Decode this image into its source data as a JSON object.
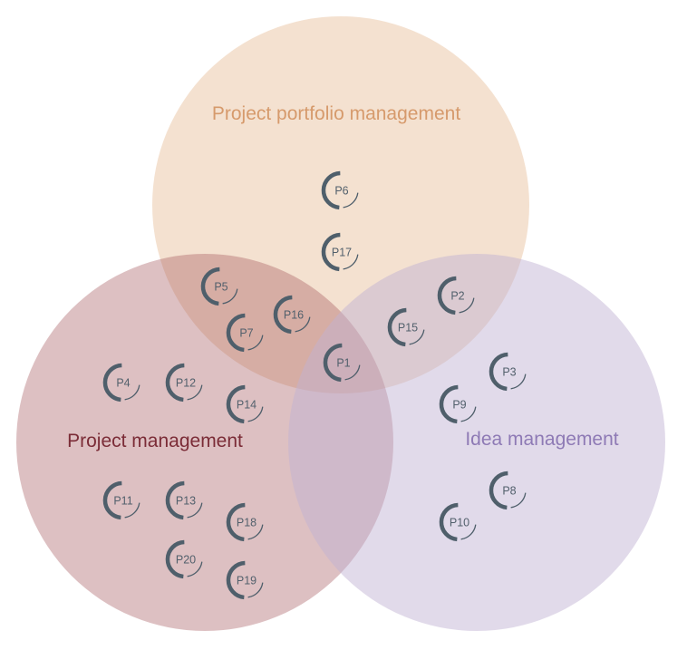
{
  "colors": {
    "portfolio_fill": "#e9c19c",
    "project_fill": "#a14f57",
    "idea_fill": "#c1b1d3",
    "portfolio_text": "#d69a6c",
    "project_text": "#7b2c37",
    "idea_text": "#8e7ab5",
    "node_ring": "#4f5f6b"
  },
  "sets": {
    "portfolio": {
      "label": "Project portfolio management"
    },
    "project": {
      "label": "Project management"
    },
    "idea": {
      "label": "Idea management"
    }
  },
  "nodes": [
    {
      "label": "P1",
      "icon": "progress-ring-icon"
    },
    {
      "label": "P2",
      "icon": "progress-ring-icon"
    },
    {
      "label": "P3",
      "icon": "progress-ring-icon"
    },
    {
      "label": "P4",
      "icon": "progress-ring-icon"
    },
    {
      "label": "P5",
      "icon": "progress-ring-icon"
    },
    {
      "label": "P6",
      "icon": "progress-ring-icon"
    },
    {
      "label": "P7",
      "icon": "progress-ring-icon"
    },
    {
      "label": "P8",
      "icon": "progress-ring-icon"
    },
    {
      "label": "P9",
      "icon": "progress-ring-icon"
    },
    {
      "label": "P10",
      "icon": "progress-ring-icon"
    },
    {
      "label": "P11",
      "icon": "progress-ring-icon"
    },
    {
      "label": "P12",
      "icon": "progress-ring-icon"
    },
    {
      "label": "P13",
      "icon": "progress-ring-icon"
    },
    {
      "label": "P14",
      "icon": "progress-ring-icon"
    },
    {
      "label": "P15",
      "icon": "progress-ring-icon"
    },
    {
      "label": "P16",
      "icon": "progress-ring-icon"
    },
    {
      "label": "P17",
      "icon": "progress-ring-icon"
    },
    {
      "label": "P18",
      "icon": "progress-ring-icon"
    },
    {
      "label": "P19",
      "icon": "progress-ring-icon"
    },
    {
      "label": "P20",
      "icon": "progress-ring-icon"
    }
  ]
}
